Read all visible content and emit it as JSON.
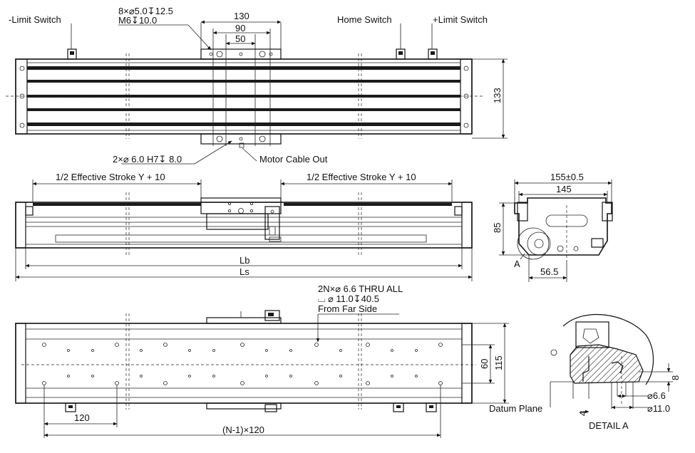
{
  "top_view": {
    "label_neg_limit": "-Limit Switch",
    "label_home": "Home Switch",
    "label_pos_limit": "+Limit Switch",
    "hole_spec_line1": "8×⌀5.0↧12.5",
    "hole_spec_line2": "M6↧10.0",
    "dim_130": "130",
    "dim_90": "90",
    "dim_50": "50",
    "dim_133": "133",
    "pin_spec": "2×⌀ 6.0 H7↧ 8.0",
    "motor_cable": "Motor Cable Out"
  },
  "side_view": {
    "half_stroke_left": "1/2 Effective Stroke Y + 10",
    "half_stroke_right": "1/2 Effective Stroke Y + 10",
    "dim_lb": "Lb",
    "dim_ls": "Ls"
  },
  "end_view": {
    "dim_155": "155±0.5",
    "dim_145": "145",
    "dim_85": "85",
    "dim_56": "56.5",
    "label_a": "A"
  },
  "bottom_view": {
    "thru_line1": "2N×⌀ 6.6 THRU ALL",
    "thru_line2": "⌴ ⌀ 11.0↧40.5",
    "thru_line3": "From Far Side",
    "dim_60": "60",
    "dim_115": "115",
    "dim_120": "120",
    "dim_n": "(N-1)×120"
  },
  "detail_a": {
    "datum": "Datum Plane",
    "title": "DETAIL A",
    "dim_8": "8",
    "dim_4": "4",
    "dim_66": "⌀6.6",
    "dim_110": "⌀11.0"
  }
}
